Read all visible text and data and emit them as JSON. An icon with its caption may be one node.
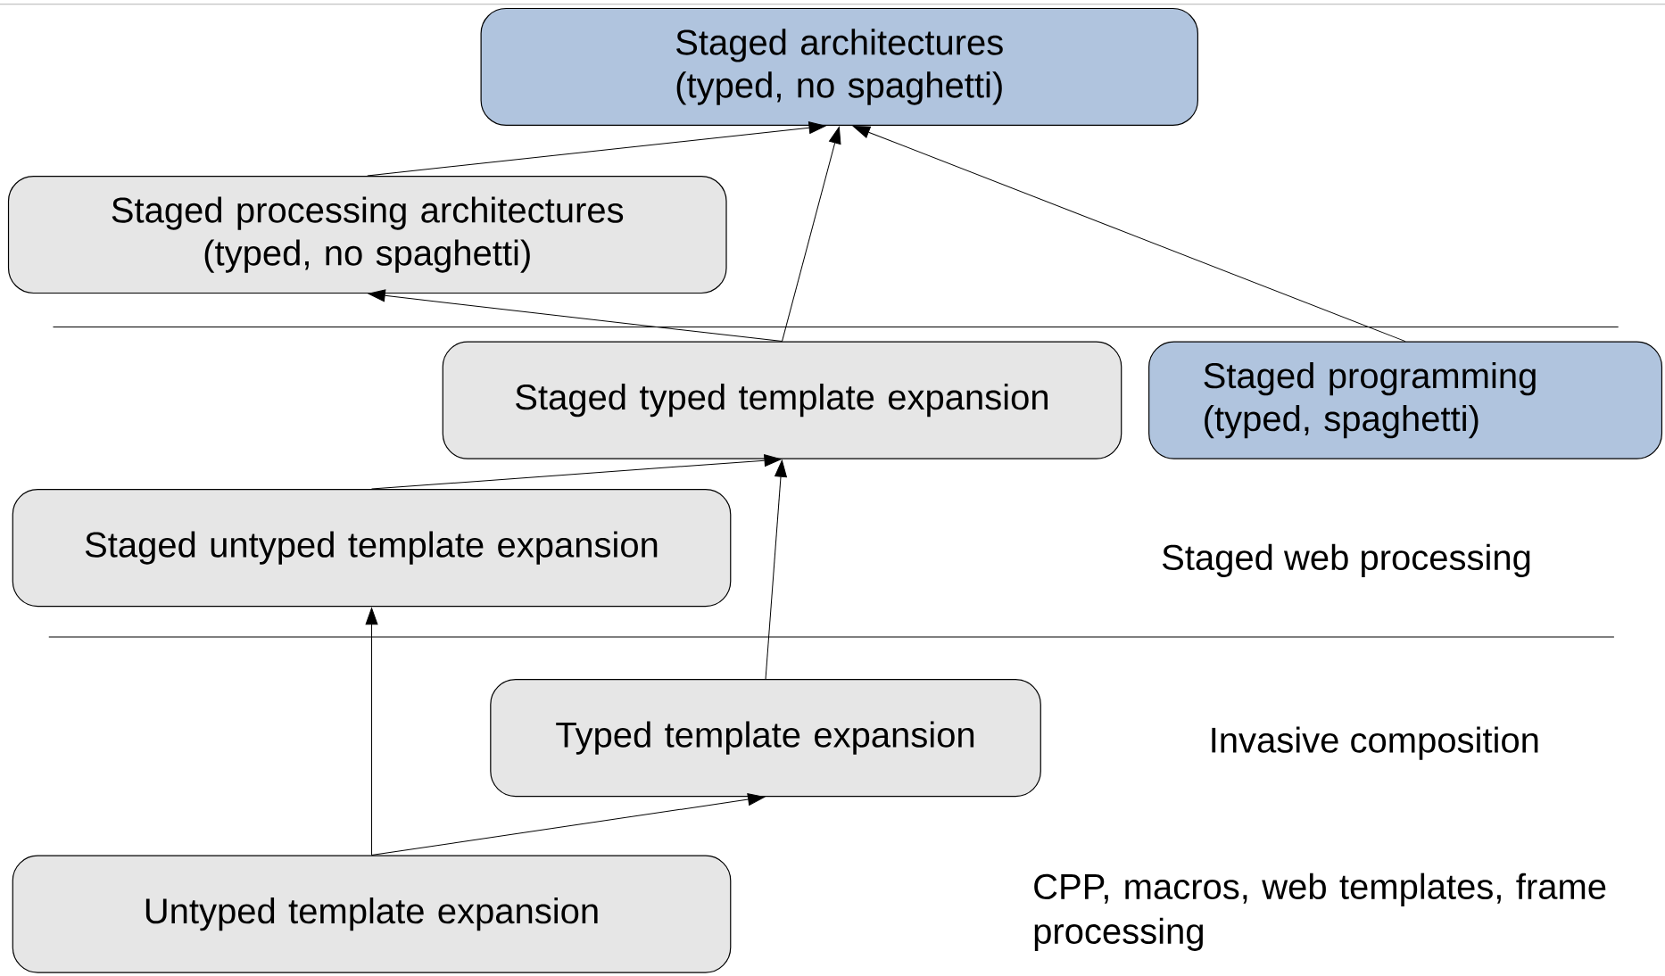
{
  "diagram": {
    "nodes": [
      {
        "text": [
          "Staged architectures (typed, no spaghetti)"
        ]
      },
      {
        "text": [
          "Staged processing architectures (typed, no spaghetti)"
        ]
      },
      {
        "text": [
          "Staged typed template expansion"
        ]
      },
      {
        "text": [
          "Staged programming (typed, spaghetti)"
        ]
      },
      {
        "text": [
          "Staged untyped template expansion"
        ]
      },
      {
        "text": [
          "Typed template expansion"
        ]
      },
      {
        "text": [
          "Untyped template expansion"
        ]
      }
    ],
    "edges": [
      {
        "from": 1,
        "to": 0,
        "arrow": "to"
      },
      {
        "from": 2,
        "to": 0,
        "arrow": "to"
      },
      {
        "from": 3,
        "to": 0,
        "arrow": "to"
      },
      {
        "from": 2,
        "to": 1,
        "arrow": "to"
      },
      {
        "from": 4,
        "to": 2,
        "arrow": "to"
      },
      {
        "from": 5,
        "to": 2,
        "arrow": "to"
      },
      {
        "from": 6,
        "to": 4,
        "arrow": "to"
      },
      {
        "from": 6,
        "to": 5,
        "arrow": "to"
      }
    ],
    "labels": [
      "Staged web processing",
      "Invasive composition",
      "CPP, macros, web templates, frame processing"
    ]
  }
}
